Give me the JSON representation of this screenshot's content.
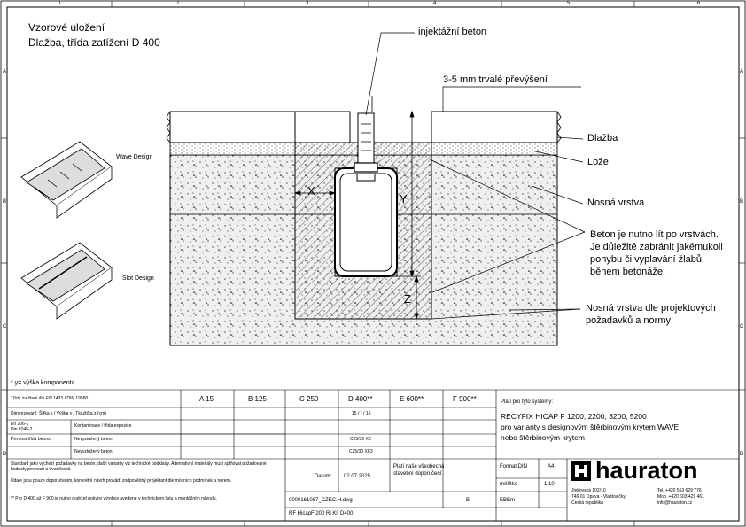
{
  "title": {
    "line1": "Vzorové uložení",
    "line2": "Dlažba, třída zatížení D 400"
  },
  "grid": {
    "cols": [
      "1",
      "2",
      "3",
      "4",
      "5",
      "6"
    ],
    "rows": [
      "A",
      "B",
      "C",
      "D"
    ]
  },
  "labels": {
    "injection_concrete": "injektážní beton",
    "overheight": "3-5 mm trvalé převýšení",
    "paving": "Dlažba",
    "bed": "Lože",
    "base": "Nosná vrstva",
    "concrete_note": [
      "Beton je nutno lít po vrstvách.",
      "Je důležité zabránit jakémukoli",
      "pohybu či vyplavání žlabů",
      "během betonáže."
    ],
    "base_project": [
      "Nosná vrstva dle projektových",
      "požadavků a normy"
    ],
    "dim_x": "X",
    "dim_y": "Y",
    "dim_z": "Z"
  },
  "products": {
    "wave": "Wave Design",
    "slot": "Slot Design"
  },
  "footnote": "* y= výška komponenta",
  "table": {
    "header": "Třídy zatížení dle EN 1433 / DIN 19580",
    "classes": [
      "A 15",
      "B 125",
      "C 250",
      "D 400**",
      "E 600**",
      "F 900**"
    ],
    "row_dimensions": "Dimenzování: Šířka x / Výška y / Tloušťka z (cm)",
    "d400_dimensions": "15 / * / 15",
    "row_norm_lines": [
      "En 206-1",
      "Din 1045-2"
    ],
    "row_strength": "Pevnost třída betonu",
    "row_reinforced": "Nevyztužený beton",
    "row_exposure_a": "Kontaminace / třída expozice",
    "row_unreinforced": "Nevyztužený beton",
    "d400_conc1": "C25/30 X0",
    "d400_conc2": "C25/30 XF3",
    "note1": "Standard jako výchozí požadavky na beton, další varianty viz technické podklady. Alternativní materiály musí splňovat požadované hodnoty pevnosti a trvanlivosti.",
    "note2": "Údaje jsou pouze doporučením, konkrétní návrh provádí zodpovědný projektant dle místních podmínek a norem.",
    "note3": "** Pro D 400 až F 900 je nutno dodržet pokyny výrobce uvedené v technickém listu a montážním návodu."
  },
  "systems": {
    "heading": "Platí pro tyto systémy:",
    "lines": [
      "RECYFIX HICAP F 1200, 2200, 3200, 5200",
      "pro varianty s designovým štěrbinovým krytem WAVE",
      "nebo štěrbinovým krytem"
    ]
  },
  "titleblock": {
    "datum_label": "Datum:",
    "datum_value": "02.07.2025",
    "disclaimer": [
      "Platí naše všeobecná",
      "stavební doporučení"
    ],
    "format_label": "Format DIN",
    "format_value": "A4",
    "scale_label": "měřítko",
    "scale_value": "1:10",
    "drawing_no": "0000161067_CZEC.H.dwg",
    "revision": "B",
    "author": "EBBm",
    "file_name": "RF HicapF 200 Ri Kl. D400",
    "brand": "hauraton",
    "address": [
      "Jinkovská 102/10",
      "746 01 Opava - Vlaštovičky",
      "Česká republika"
    ],
    "contact": [
      "Tel. +420 553 629 776",
      "Mob. +420 603 429 461",
      "info@hauraton.cz"
    ]
  },
  "colors": {
    "line": "#000000",
    "fill": "#efefef"
  }
}
